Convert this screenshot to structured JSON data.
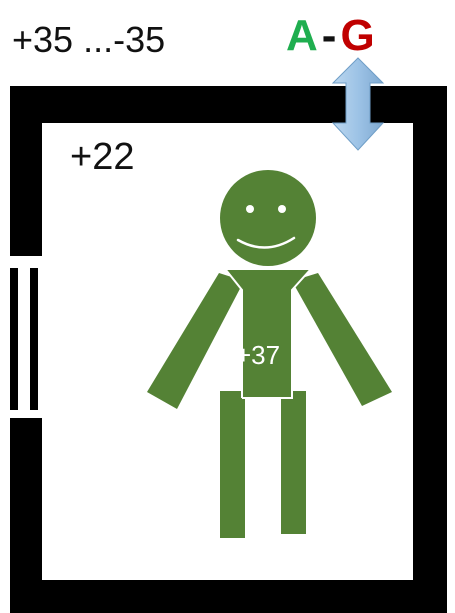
{
  "outside_temperature_range": "+35 ...-35",
  "rating": {
    "best": "A",
    "separator": "-",
    "worst": "G"
  },
  "room_temperature": "+22",
  "body_temperature": "+37",
  "colors": {
    "wall": "#000000",
    "person": "#548235",
    "rating_best": "#1fae4f",
    "rating_worst": "#c00000",
    "arrow": "#9dc3e6"
  },
  "icons": {
    "arrow": "double-headed-vertical-arrow-icon",
    "person": "person-icon",
    "door": "door-icon"
  }
}
